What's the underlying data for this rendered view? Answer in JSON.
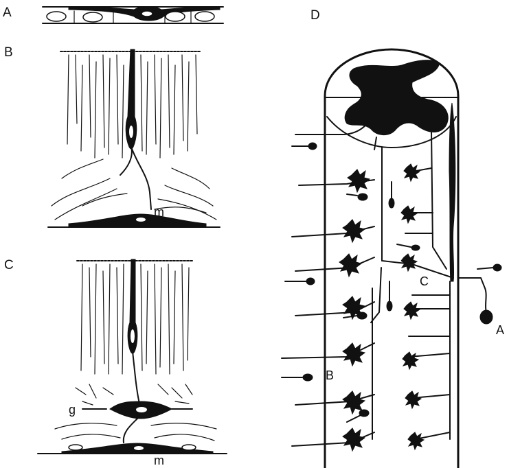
{
  "panels": {
    "a": "A",
    "b": "B",
    "c": "C",
    "d": "D"
  },
  "panel_b_labels": {
    "m": "m"
  },
  "panel_c_labels": {
    "g": "g",
    "m": "m"
  },
  "panel_d_labels": {
    "a": "A",
    "b": "B",
    "c": "C"
  }
}
